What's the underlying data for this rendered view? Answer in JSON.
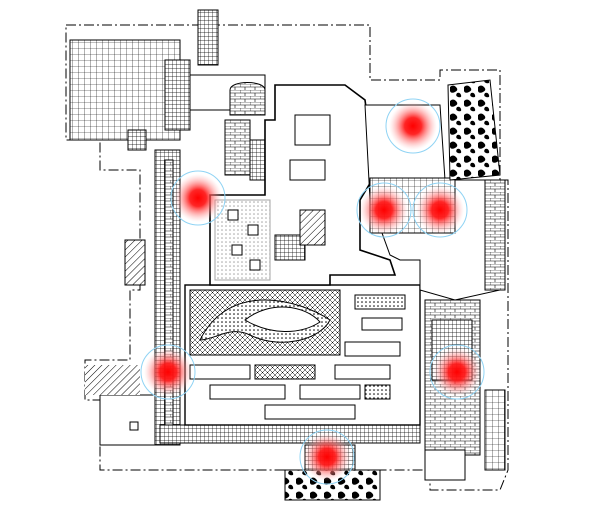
{
  "colors": {
    "background": "#ffffff",
    "linework": "#000000",
    "hotspot_core": "#ff1a1a",
    "hotspot_glow": "#ff6b6b",
    "hotspot_ring": "#8fd3f4"
  },
  "hotspots": [
    {
      "id": "north-east-entrance"
    },
    {
      "id": "west-lounge"
    },
    {
      "id": "central-atrium-east"
    },
    {
      "id": "east-terrace"
    },
    {
      "id": "west-walkway"
    },
    {
      "id": "east-stair-court"
    },
    {
      "id": "south-entrance"
    }
  ]
}
